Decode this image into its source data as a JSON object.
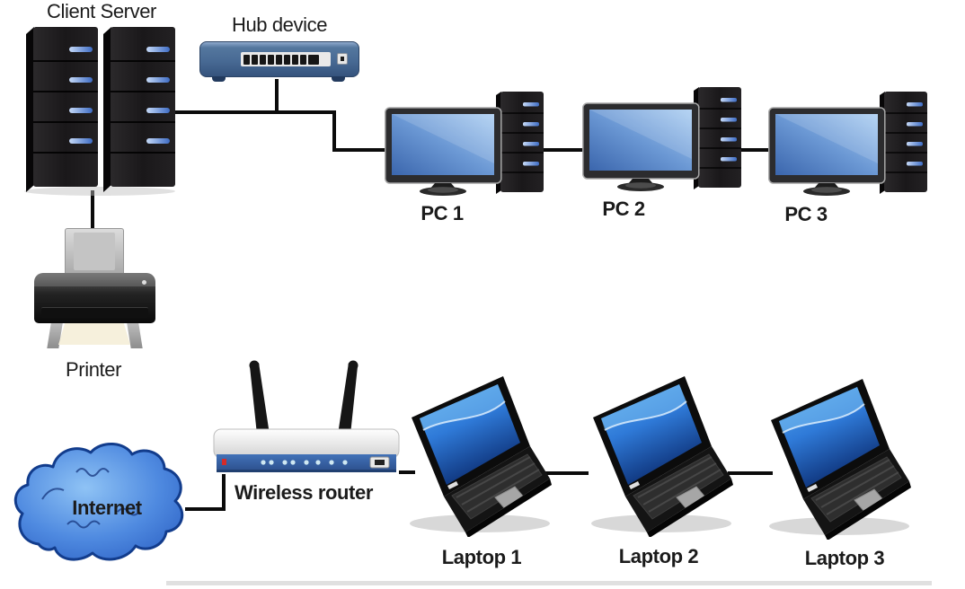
{
  "diagram": {
    "type": "network-topology",
    "background": "#ffffff",
    "nodes": {
      "client_server": {
        "label": "Client Server",
        "kind": "server-towers"
      },
      "hub": {
        "label": "Hub device",
        "kind": "hub"
      },
      "pc1": {
        "label": "PC 1",
        "kind": "desktop-pc"
      },
      "pc2": {
        "label": "PC 2",
        "kind": "desktop-pc"
      },
      "pc3": {
        "label": "PC 3",
        "kind": "desktop-pc"
      },
      "printer": {
        "label": "Printer",
        "kind": "printer"
      },
      "internet": {
        "label": "Internet",
        "kind": "cloud"
      },
      "wireless_router": {
        "label": "Wireless router",
        "kind": "router"
      },
      "laptop1": {
        "label": "Laptop 1",
        "kind": "laptop"
      },
      "laptop2": {
        "label": "Laptop 2",
        "kind": "laptop"
      },
      "laptop3": {
        "label": "Laptop 3",
        "kind": "laptop"
      }
    },
    "connections": [
      {
        "from": "hub",
        "to": "client_server"
      },
      {
        "from": "client_server",
        "to": "pc1"
      },
      {
        "from": "pc1",
        "to": "pc2"
      },
      {
        "from": "pc2",
        "to": "pc3"
      },
      {
        "from": "client_server",
        "to": "printer"
      },
      {
        "from": "internet",
        "to": "wireless_router"
      },
      {
        "from": "wireless_router",
        "to": "laptop1"
      },
      {
        "from": "laptop1",
        "to": "laptop2"
      },
      {
        "from": "laptop2",
        "to": "laptop3"
      }
    ],
    "colors": {
      "cable": "#0b0b0b",
      "cloud_blue": "#3f7fe0",
      "cloud_outline": "#123c8c",
      "hub_blue": "#486a94",
      "router_panel_blue": "#3a64ae",
      "router_led_red": "#d42b2b",
      "monitor_screen_blue": "#6b98d4",
      "laptop_screen_blue": "#2f7ad8",
      "led_stripe_blue": "#3e6cc4",
      "device_black": "#141214",
      "label_text": "#1b1b1b"
    }
  }
}
